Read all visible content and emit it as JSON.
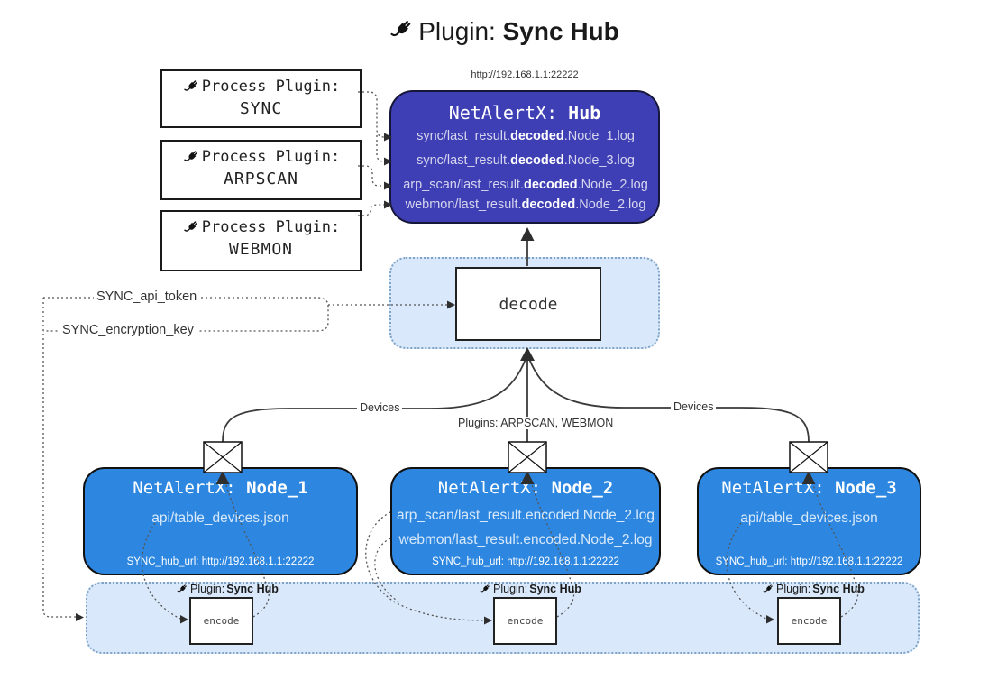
{
  "title": {
    "prefix": "Plugin: ",
    "bold": "Sync Hub"
  },
  "hub": {
    "url": "http://192.168.1.1:22222",
    "name_prefix": "NetAlertX: ",
    "name_bold": "Hub",
    "logs": [
      {
        "pre": "sync/last_result.",
        "bold": "decoded",
        "post": ".Node_1.log"
      },
      {
        "pre": "sync/last_result.",
        "bold": "decoded",
        "post": ".Node_3.log"
      },
      {
        "pre": "arp_scan/last_result.",
        "bold": "decoded",
        "post": ".Node_2.log"
      },
      {
        "pre": "webmon/last_result.",
        "bold": "decoded",
        "post": ".Node_2.log"
      }
    ]
  },
  "process_plugins": [
    {
      "label": "Process Plugin:",
      "name": "SYNC"
    },
    {
      "label": "Process Plugin:",
      "name": "ARPSCAN"
    },
    {
      "label": "Process Plugin:",
      "name": "WEBMON"
    }
  ],
  "settings": {
    "api_token": "SYNC_api_token",
    "encryption_key": "SYNC_encryption_key"
  },
  "decode": {
    "label": "decode"
  },
  "edge_labels": {
    "devices_left": "Devices",
    "devices_right": "Devices",
    "plugins_mid": "Plugins: ARPSCAN, WEBMON"
  },
  "nodes": [
    {
      "name_prefix": "NetAlertX: ",
      "name_bold": "Node_1",
      "lines": [
        "api/table_devices.json"
      ],
      "hub_url": "SYNC_hub_url: http://192.168.1.1:22222"
    },
    {
      "name_prefix": "NetAlertX: ",
      "name_bold": "Node_2",
      "lines": [
        "arp_scan/last_result.encoded.Node_2.log",
        "webmon/last_result.encoded.Node_2.log"
      ],
      "hub_url": "SYNC_hub_url: http://192.168.1.1:22222"
    },
    {
      "name_prefix": "NetAlertX: ",
      "name_bold": "Node_3",
      "lines": [
        "api/table_devices.json"
      ],
      "hub_url": "SYNC_hub_url: http://192.168.1.1:22222"
    }
  ],
  "encode": {
    "plugin_prefix": "Plugin: ",
    "plugin_bold": "Sync Hub",
    "label": "encode"
  },
  "colors": {
    "hub_bg": "#3f3fb5",
    "node_bg": "#2d87e0",
    "container_bg": "#d9e8fa",
    "container_border": "#7fa3c6",
    "edge": "#3a3a3a",
    "dotted_edge": "#555555"
  }
}
